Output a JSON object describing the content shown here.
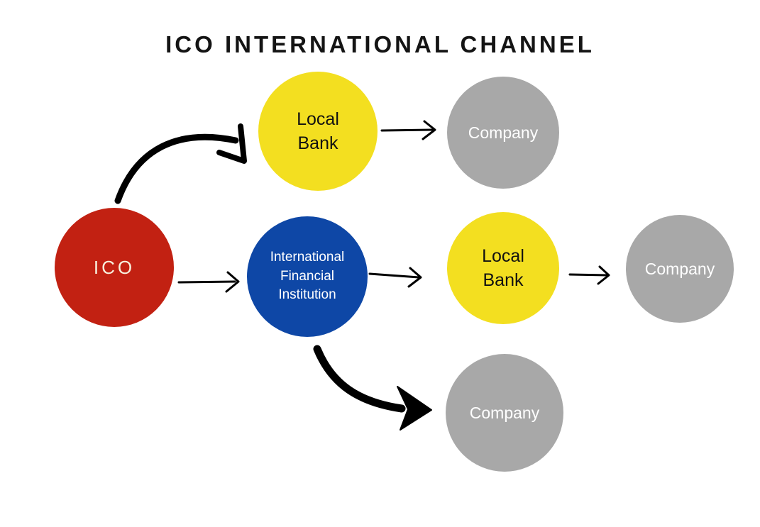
{
  "title": "ICO INTERNATIONAL CHANNEL",
  "nodes": [
    {
      "id": "ico",
      "label": "ICO",
      "color_name": "red"
    },
    {
      "id": "local-bank-top",
      "label": "Local\nBank",
      "color_name": "yellow"
    },
    {
      "id": "company-top",
      "label": "Company",
      "color_name": "gray"
    },
    {
      "id": "international-financial-institution",
      "label": "International\nFinancial\nInstitution",
      "color_name": "blue"
    },
    {
      "id": "local-bank-middle",
      "label": "Local\nBank",
      "color_name": "yellow"
    },
    {
      "id": "company-right",
      "label": "Company",
      "color_name": "gray"
    },
    {
      "id": "company-bottom",
      "label": "Company",
      "color_name": "gray"
    }
  ],
  "edges": [
    {
      "from": "ICO",
      "to": "Local Bank (top)",
      "style": "curved-thick"
    },
    {
      "from": "ICO",
      "to": "International Financial Institution",
      "style": "straight-thin"
    },
    {
      "from": "Local Bank (top)",
      "to": "Company (top)",
      "style": "straight-thin"
    },
    {
      "from": "International Financial Institution",
      "to": "Local Bank (middle)",
      "style": "straight-thin"
    },
    {
      "from": "International Financial Institution",
      "to": "Company (bottom)",
      "style": "curved-thick"
    },
    {
      "from": "Local Bank (middle)",
      "to": "Company (right)",
      "style": "straight-thin"
    }
  ],
  "colors": {
    "red": "#c22112",
    "yellow": "#f3df20",
    "blue": "#0e47a6",
    "gray": "#a8a8a8",
    "arrow": "#000000",
    "title_text": "#141414",
    "ico_text": "#f8f1de",
    "background": "#ffffff"
  }
}
